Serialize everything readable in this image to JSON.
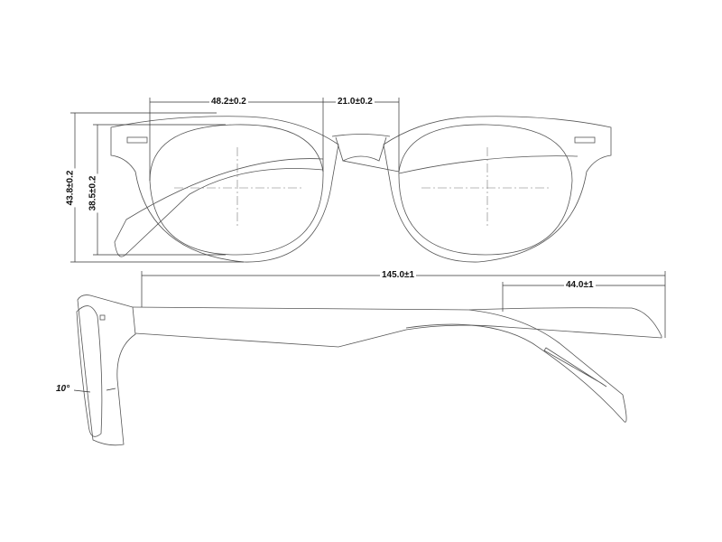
{
  "dimensions": {
    "lens_width": "48.2±0.2",
    "bridge_width": "21.0±0.2",
    "frame_height": "43.8±0.2",
    "lens_height": "38.5±0.2",
    "temple_length": "145.0±1",
    "temple_bend_length": "44.0±1",
    "pantoscopic_angle": "10°"
  }
}
